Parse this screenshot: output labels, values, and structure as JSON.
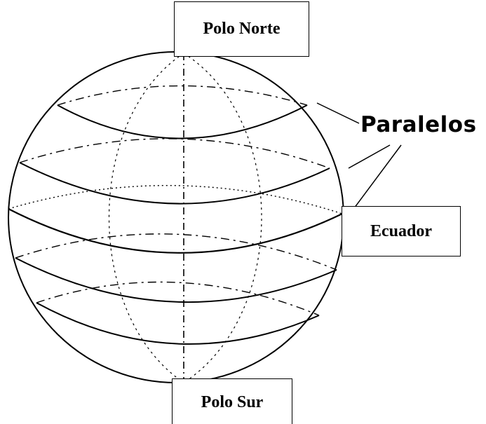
{
  "labels": {
    "north_pole": "Polo Norte",
    "equator": "Ecuador",
    "south_pole": "Polo Sur",
    "parallels": "Paralelos"
  },
  "colors": {
    "ink": "#000000",
    "background": "#ffffff"
  }
}
